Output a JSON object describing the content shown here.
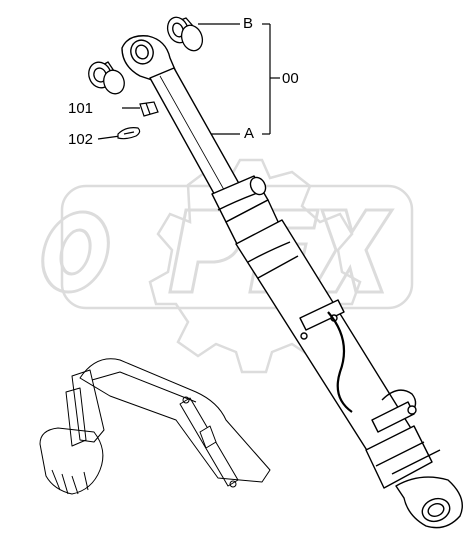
{
  "labels": {
    "b": "B",
    "a": "A",
    "group": "00",
    "part_101": "101",
    "part_102": "102"
  },
  "watermark": {
    "text": "OPEX"
  },
  "colors": {
    "line": "#000000",
    "watermark_outline": "#dcdcdc",
    "background": "#ffffff"
  },
  "icons": {
    "bushing": "bushing-icon",
    "excavator_reference": "excavator-arm-icon"
  }
}
